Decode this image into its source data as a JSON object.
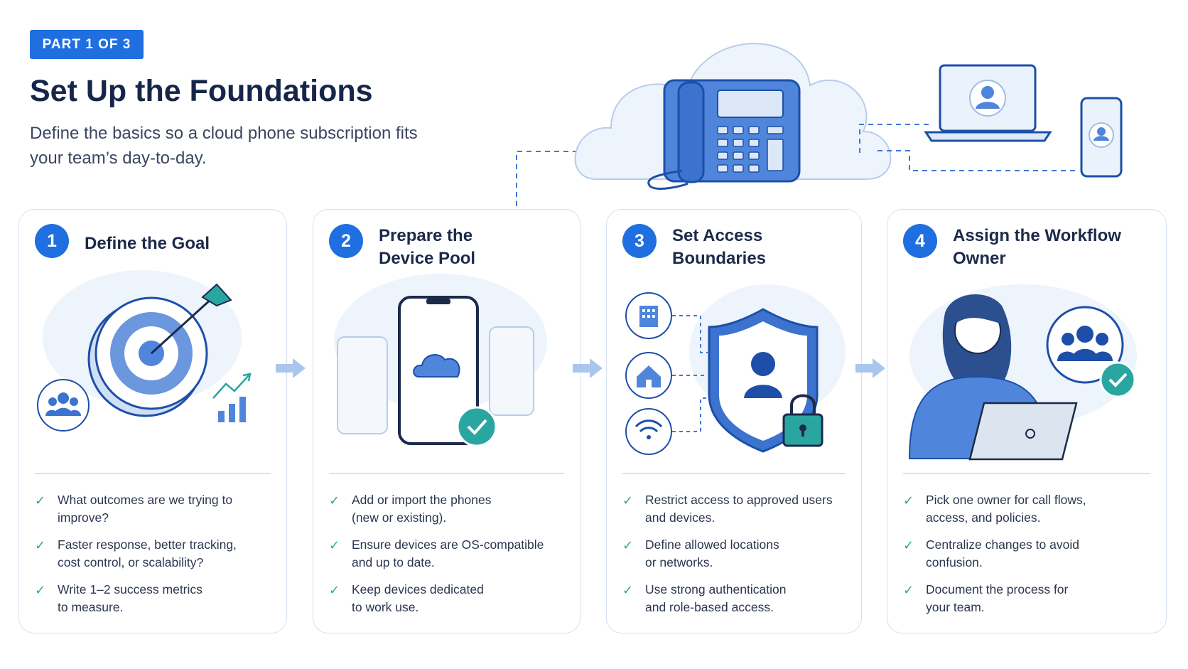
{
  "header": {
    "badge": "PART 1 OF 3",
    "title": "Set Up the Foundations",
    "subtitle": "Define the basics so a cloud phone subscription fits your team’s day-to-day."
  },
  "steps": [
    {
      "number": "1",
      "title": "Define the Goal",
      "items": [
        "What outcomes are we trying to improve?",
        "Faster response, better tracking,\ncost control, or scalability?",
        "Write 1–2 success metrics\nto measure."
      ]
    },
    {
      "number": "2",
      "title": "Prepare the\nDevice Pool",
      "items": [
        "Add or import the phones\n(new or existing).",
        "Ensure devices are OS-compatible\nand up to date.",
        "Keep devices dedicated\nto work use."
      ]
    },
    {
      "number": "3",
      "title": "Set Access\nBoundaries",
      "items": [
        "Restrict access to approved users\nand devices.",
        "Define allowed locations\nor networks.",
        "Use strong authentication\nand role-based access."
      ]
    },
    {
      "number": "4",
      "title": "Assign the Workflow\nOwner",
      "items": [
        "Pick one owner for call flows,\naccess, and policies.",
        "Centralize changes to avoid\nconfusion.",
        "Document the process for\nyour team."
      ]
    }
  ],
  "icons": {
    "check": "✓",
    "illustrations": [
      "cloud-phone-icon",
      "laptop-user-icon",
      "smartphone-user-icon",
      "target-icon",
      "team-icon",
      "growth-chart-icon",
      "phone-pool-icon",
      "shield-user-icon",
      "building-icon",
      "home-icon",
      "wifi-icon",
      "padlock-icon",
      "workflow-owner-icon"
    ]
  },
  "colors": {
    "accent": "#1f6fe0",
    "check": "#2aa6a0",
    "soft_blue": "#e6effb"
  }
}
